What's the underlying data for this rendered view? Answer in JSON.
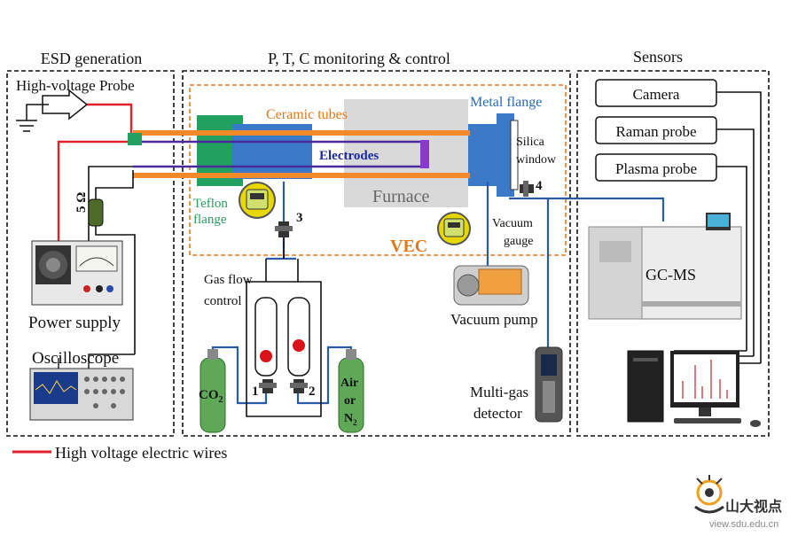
{
  "sections": {
    "esd": "ESD generation",
    "ptc": "P, T, C monitoring & control",
    "sensors": "Sensors"
  },
  "labels": {
    "hv_probe": "High-voltage Probe",
    "resistor": "5 Ω",
    "power_supply": "Power supply",
    "oscilloscope": "Oscilloscope",
    "ceramic_tubes": "Ceramic tubes",
    "metal_flange": "Metal flange",
    "silica_window_1": "Silica",
    "silica_window_2": "window",
    "electrodes": "Electrodes",
    "furnace": "Furnace",
    "teflon_1": "Teflon",
    "teflon_2": "flange",
    "vec": "VEC",
    "vacuum_gauge_1": "Vacuum",
    "vacuum_gauge_2": "gauge",
    "gas_flow_1": "Gas flow",
    "gas_flow_2": "control",
    "vacuum_pump": "Vacuum pump",
    "multigas_1": "Multi-gas",
    "multigas_2": "detector",
    "co2": "CO",
    "co2_sub": "2",
    "air_1": "Air",
    "air_2": "or",
    "air_3": "N",
    "air_sub": "2",
    "valve_1": "1",
    "valve_2": "2",
    "valve_3": "3",
    "valve_4": "4",
    "camera": "Camera",
    "raman": "Raman probe",
    "plasma": "Plasma probe",
    "gcms": "GC-MS"
  },
  "legend": {
    "hv_wires": "High voltage electric wires"
  },
  "watermark": {
    "cn": "山大视点",
    "url": "view.sdu.edu.cn"
  },
  "colors": {
    "hv_wire": "#e0202a",
    "gas_line": "#2a5aa8",
    "ceramic": "#f08a2a",
    "teflon": "#22a060",
    "metal_flange": "#3a78c8",
    "electrode_text": "#1a2a9a",
    "vec": "#e07a20"
  }
}
